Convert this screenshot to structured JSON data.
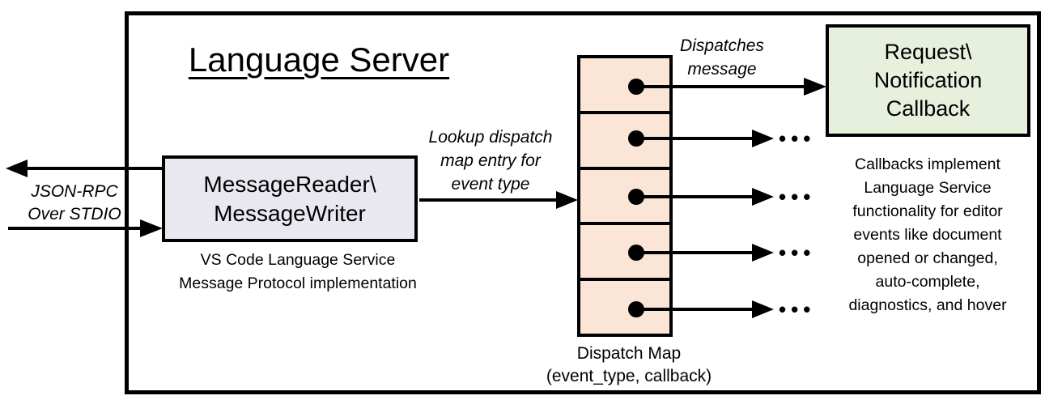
{
  "diagram": {
    "title": "Language Server",
    "left_channel": {
      "label": [
        "JSON-RPC",
        "Over STDIO"
      ]
    },
    "message_box": {
      "lines": [
        "MessageReader\\",
        "MessageWriter"
      ],
      "caption": [
        "VS Code Language Service",
        "Message Protocol implementation"
      ]
    },
    "lookup_label": {
      "lines": [
        "Lookup dispatch",
        "map entry for",
        "event type"
      ]
    },
    "dispatch_label": {
      "lines": [
        "Dispatches",
        "message"
      ]
    },
    "dispatch_map": {
      "cell_count": 5,
      "caption": [
        "Dispatch Map",
        "(event_type, callback)"
      ]
    },
    "callback_box": {
      "lines": [
        "Request\\",
        "Notification",
        "Callback"
      ]
    },
    "callback_note": {
      "lines": [
        "Callbacks implement",
        "Language Service",
        "functionality for editor",
        "events like document",
        "opened or changed,",
        "auto-complete,",
        "diagnostics, and hover"
      ]
    },
    "ellipsis": "•••",
    "colors": {
      "reader_fill": "#e9e7f0",
      "map_fill": "#fbe5d6",
      "callback_fill": "#e7efdd",
      "stroke": "#000000"
    }
  }
}
